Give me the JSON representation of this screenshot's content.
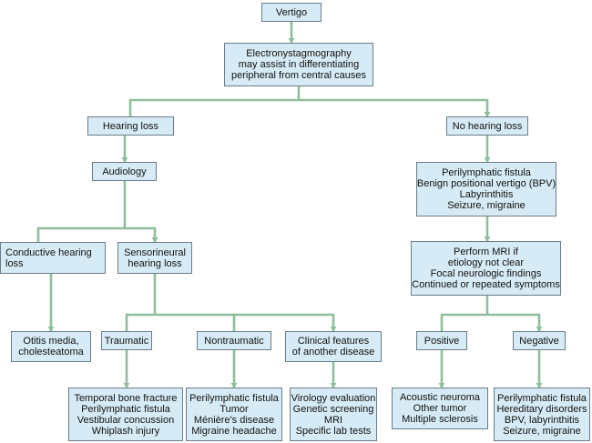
{
  "colors": {
    "box_fill": "#d6ebf5",
    "box_border": "#6a7d88",
    "connector": "#8fbe9c"
  },
  "nodes": {
    "vertigo": [
      "Vertigo"
    ],
    "eng": [
      "Electronystagmography",
      "may assist in differentiating",
      "peripheral from central causes"
    ],
    "hearing_loss": [
      "Hearing loss"
    ],
    "no_hearing_loss": [
      "No hearing loss"
    ],
    "audiology": [
      "Audiology"
    ],
    "conductive": [
      "Conductive hearing",
      "loss"
    ],
    "sensorineural": [
      "Sensorineural",
      "hearing loss"
    ],
    "otitis": [
      "Otitis media,",
      "cholesteatoma"
    ],
    "traumatic": [
      "Traumatic"
    ],
    "nontraumatic": [
      "Nontraumatic"
    ],
    "clinical": [
      "Clinical features",
      "of another disease"
    ],
    "traumatic_list": [
      "Temporal bone fracture",
      "Perilymphatic fistula",
      "Vestibular concussion",
      "Whiplash injury"
    ],
    "nontraumatic_list": [
      "Perilymphatic fistula",
      "Tumor",
      "Ménière's disease",
      "Migraine headache"
    ],
    "clinical_list": [
      "Virology evaluation",
      "Genetic screening",
      "MRI",
      "Specific lab tests"
    ],
    "nohl_list": [
      "Perilymphatic fistula",
      "Benign positional vertigo (BPV)",
      "Labyrinthitis",
      "Seizure, migraine"
    ],
    "mri": [
      "Perform MRI if",
      "etiology not clear",
      "Focal neurologic findings",
      "Continued or repeated symptoms"
    ],
    "positive": [
      "Positive"
    ],
    "negative": [
      "Negative"
    ],
    "positive_list": [
      "Acoustic neuroma",
      "Other tumor",
      "Multiple sclerosis"
    ],
    "negative_list": [
      "Perilymphatic fistula",
      "Hereditary disorders",
      "BPV, labyrinthitis",
      "Seizure, migraine"
    ]
  }
}
